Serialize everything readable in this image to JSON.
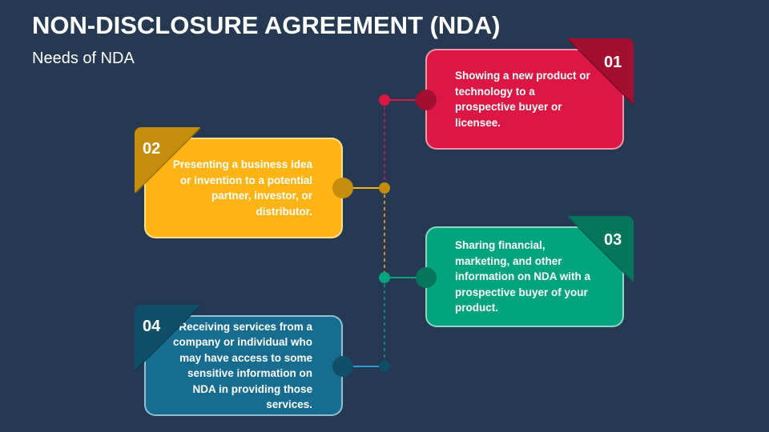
{
  "header": {
    "title": "NON-DISCLOSURE AGREEMENT (NDA)",
    "subtitle": "Needs of NDA"
  },
  "steps": [
    {
      "number": "01",
      "text": "Showing a new product or technology to a prospective buyer or licensee.",
      "color": "#dc1744",
      "dark": "#a3102f"
    },
    {
      "number": "02",
      "text": "Presenting a business idea or invention to a potential partner, investor, or distributor.",
      "color": "#fdb414",
      "dark": "#c68c0c"
    },
    {
      "number": "03",
      "text": "Sharing financial, marketing, and other information on NDA with a prospective buyer of your product.",
      "color": "#04a57e",
      "dark": "#06775d"
    },
    {
      "number": "04",
      "text": "Receiving services from a company or individual who may have access to some sensitive information on NDA in providing those services.",
      "color": "#176d90",
      "dark": "#0f4f68"
    }
  ]
}
